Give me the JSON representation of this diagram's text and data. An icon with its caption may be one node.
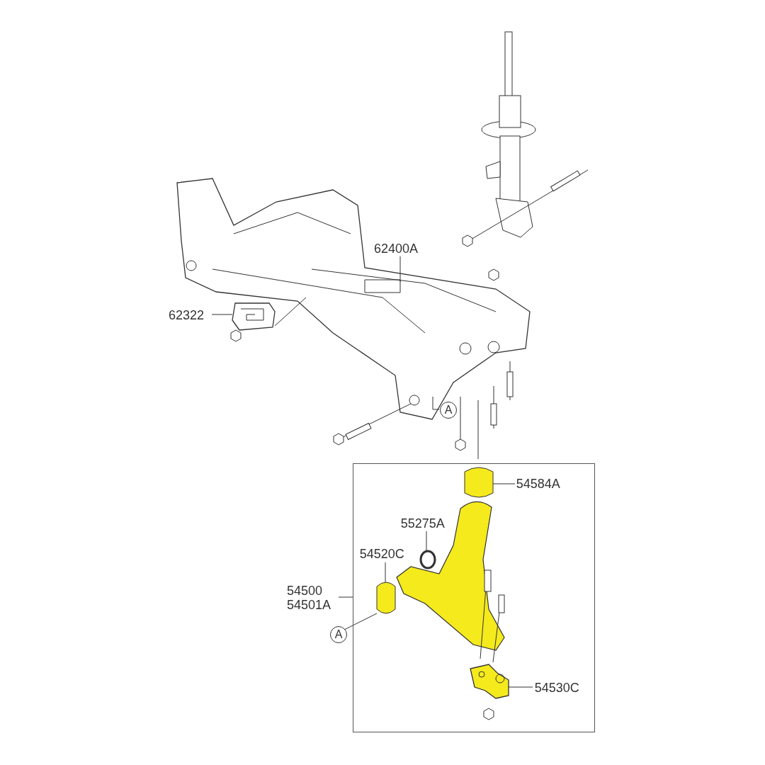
{
  "diagram": {
    "nodes": [
      {
        "text": [],
        "shape": "box"
      },
      {
        "text": [
          "62400A"
        ]
      },
      {
        "text": [
          "62322"
        ]
      },
      {
        "text": [
          "A"
        ]
      },
      {
        "text": [
          "54584A"
        ],
        "in": 0
      },
      {
        "text": [
          "55275A"
        ],
        "in": 0
      },
      {
        "text": [
          "54520C"
        ],
        "in": 0
      },
      {
        "text": [
          "54500",
          "54501A"
        ]
      },
      {
        "text": [
          "A"
        ]
      },
      {
        "text": [
          "54530C"
        ],
        "in": 0
      },
      {
        "text": [],
        "shape": "picture"
      },
      {
        "text": [],
        "shape": "picture"
      },
      {
        "text": [],
        "shape": "cylinder",
        "in": 0
      },
      {
        "text": [],
        "shape": "circle",
        "in": 0
      },
      {
        "text": [],
        "shape": "cylinder",
        "in": 0
      },
      {
        "text": [],
        "shape": "picture",
        "in": 0
      }
    ],
    "edges": [
      {
        "from": 1,
        "to": 10,
        "arrow": "none"
      },
      {
        "from": 2,
        "to": 11,
        "arrow": "none"
      },
      {
        "from": 3,
        "to": 10,
        "arrow": "none"
      },
      {
        "from": 4,
        "to": 12,
        "arrow": "none"
      },
      {
        "from": 5,
        "to": 13,
        "arrow": "none"
      },
      {
        "from": 6,
        "to": 14,
        "arrow": "none"
      },
      {
        "from": 7,
        "to": 0,
        "arrow": "none"
      },
      {
        "from": 8,
        "to": 14,
        "arrow": "none"
      },
      {
        "from": 9,
        "to": 15,
        "arrow": "none"
      }
    ]
  }
}
